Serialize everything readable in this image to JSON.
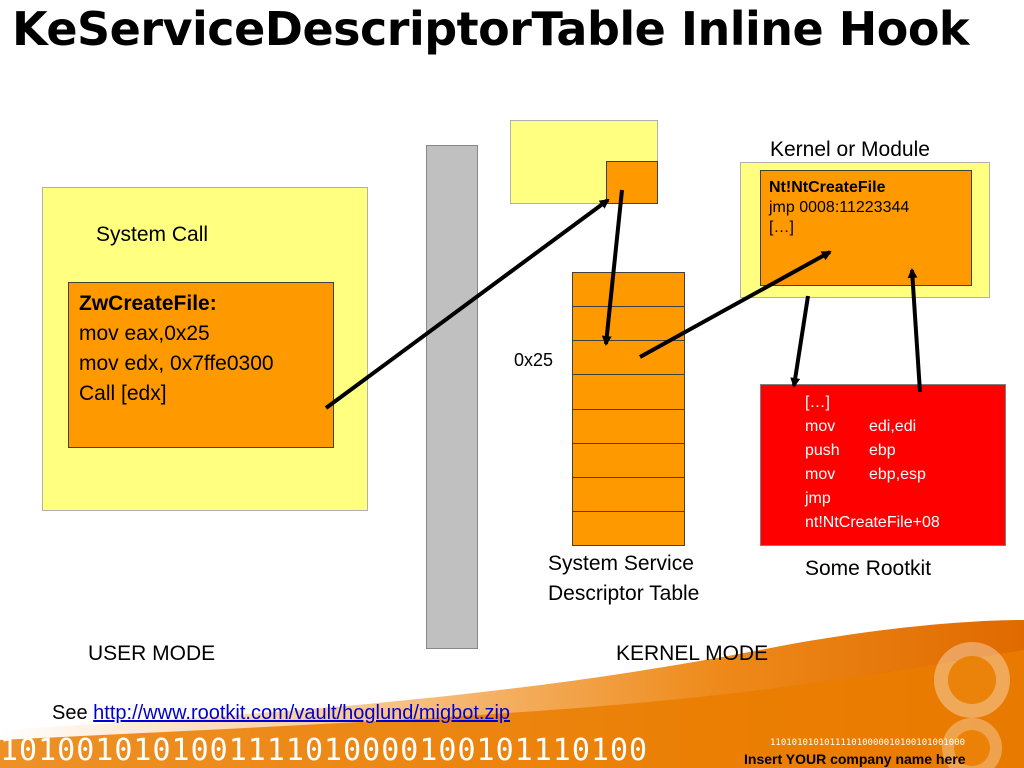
{
  "title": "KeServiceDescriptorTable Inline Hook",
  "user_box": {
    "label": "System Call",
    "code": {
      "heading": "ZwCreateFile:",
      "lines": [
        "mov eax,0x25",
        "mov edx, 0x7ffe0300",
        "Call [edx]"
      ]
    }
  },
  "ssdt": {
    "index_label": "0x25",
    "caption_line1": "System Service",
    "caption_line2": "Descriptor Table"
  },
  "kernel_module": {
    "label": "Kernel or Module",
    "heading": "Nt!NtCreateFile",
    "lines": [
      "jmp 0008:11223344",
      "[…]"
    ]
  },
  "rootkit": {
    "label": "Some Rootkit",
    "lines": [
      {
        "op": "[…]",
        "arg": ""
      },
      {
        "op": "mov",
        "arg": "edi,edi"
      },
      {
        "op": "push",
        "arg": "ebp"
      },
      {
        "op": "mov",
        "arg": "ebp,esp"
      },
      {
        "op": "jmp",
        "arg": ""
      },
      {
        "op": "nt!NtCreateFile+08",
        "arg": ""
      }
    ]
  },
  "modes": {
    "user": "USER MODE",
    "kernel": "KERNEL MODE"
  },
  "footer": {
    "see_prefix": "See",
    "link": "http://www.rootkit.com/vault/hoglund/migbot.zip",
    "company": "Insert YOUR company name here",
    "binary_large": "1010010101001111010000100101110100",
    "binary_small": "110101010101111010000010100101001000"
  },
  "colors": {
    "light_yellow": "#ffff80",
    "orange": "#ff9900",
    "red": "#ff0000",
    "divider": "#c0c0c0",
    "footer_swoosh": "#e87800"
  }
}
